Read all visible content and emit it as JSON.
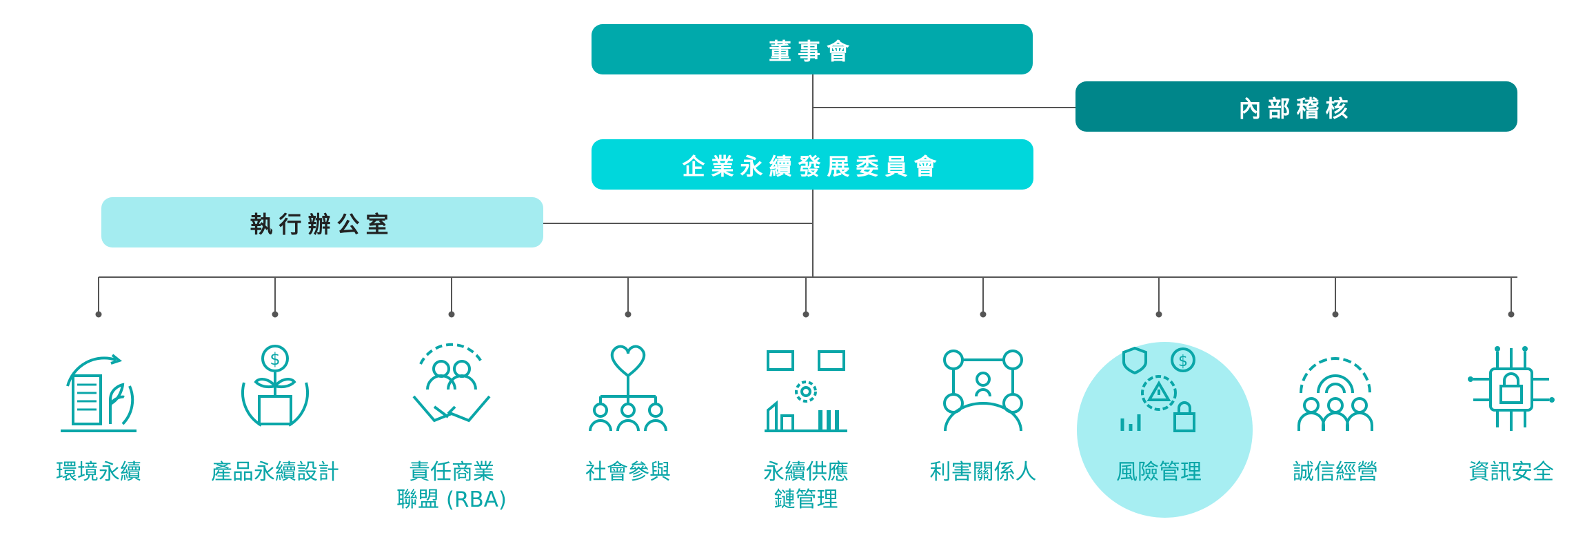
{
  "org": {
    "board": "董事會",
    "internal_audit": "內部稽核",
    "committee": "企業永續發展委員會",
    "executive_office": "執行辦公室"
  },
  "units": [
    {
      "label": [
        "環境永續"
      ],
      "icon": "green-building-icon"
    },
    {
      "label": [
        "產品永續設計"
      ],
      "icon": "money-plant-box-icon"
    },
    {
      "label": [
        "責任商業",
        "聯盟 (RBA)"
      ],
      "icon": "handshake-alliance-icon"
    },
    {
      "label": [
        "社會參與"
      ],
      "icon": "community-heart-icon"
    },
    {
      "label": [
        "永續供應",
        "鏈管理"
      ],
      "icon": "supply-chain-icon"
    },
    {
      "label": [
        "利害關係人"
      ],
      "icon": "stakeholder-network-icon"
    },
    {
      "label": [
        "風險管理"
      ],
      "icon": "risk-shield-icon",
      "highlighted": true
    },
    {
      "label": [
        "誠信經營"
      ],
      "icon": "integrity-gear-icon"
    },
    {
      "label": [
        "資訊安全"
      ],
      "icon": "cyber-lock-icon"
    }
  ],
  "colors": {
    "board": "#00a9ab",
    "audit": "#00868a",
    "committee": "#00d7dc",
    "office": "#a4ecf0",
    "icon": "#0aa6a8",
    "highlight": "#a7eef2",
    "line": "#555555"
  }
}
